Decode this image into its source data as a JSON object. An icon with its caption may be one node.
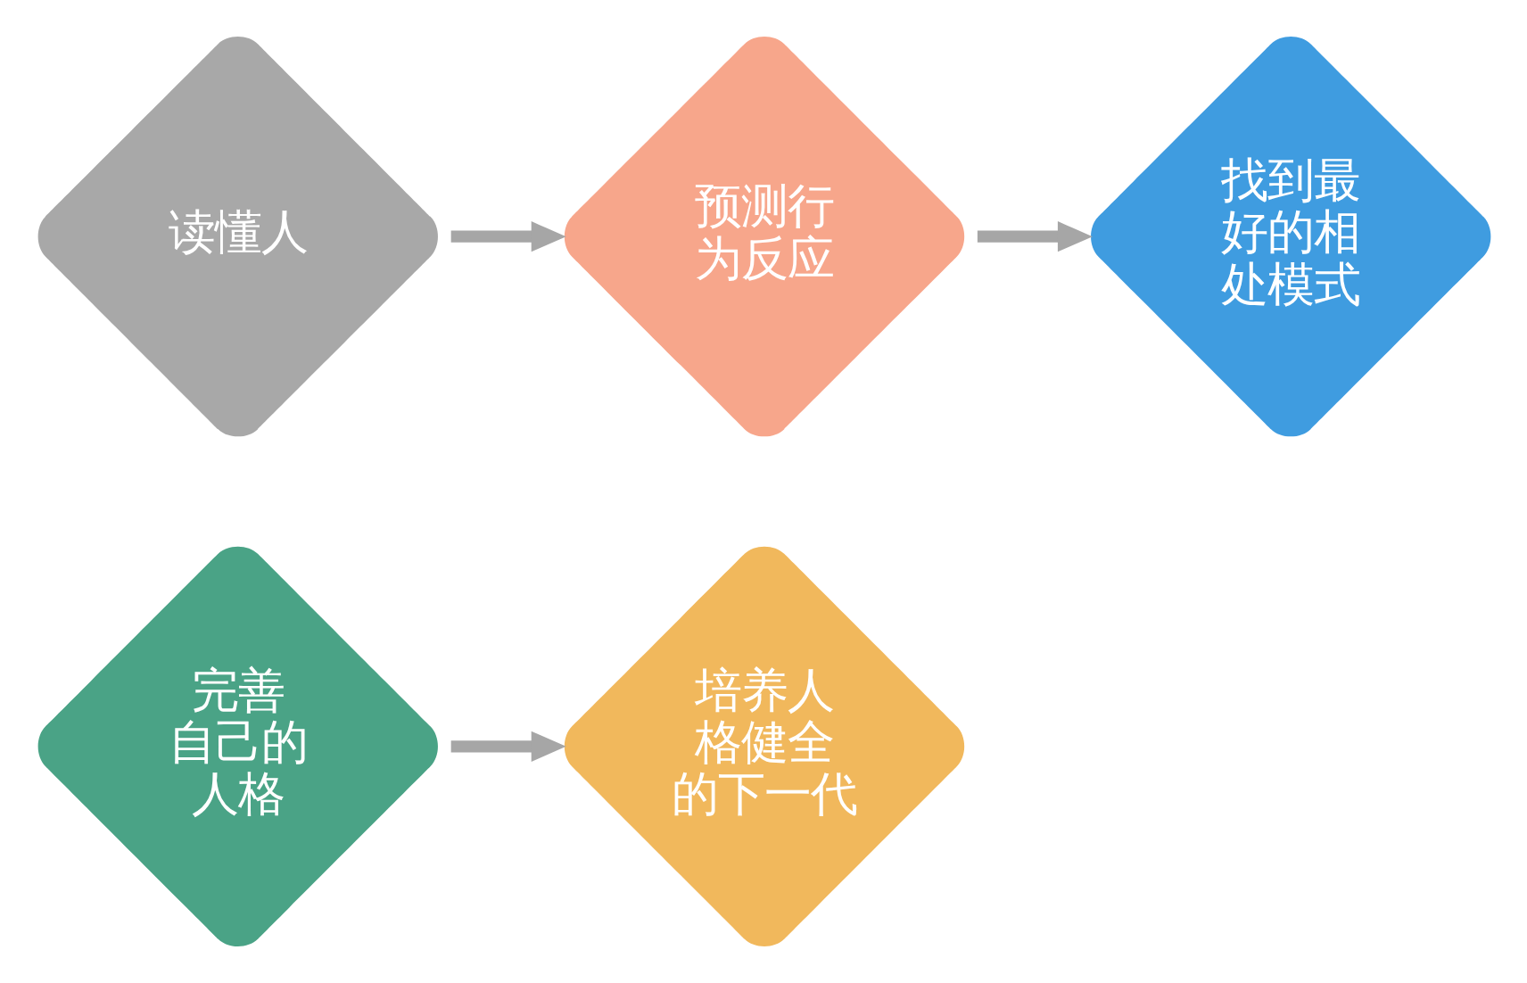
{
  "diagram": {
    "nodes": [
      {
        "text": [
          "读懂人"
        ]
      },
      {
        "text": [
          "预测行为反应"
        ]
      },
      {
        "text": [
          "找到最好的相处模式"
        ]
      },
      {
        "text": [
          "完善自己的人格"
        ]
      },
      {
        "text": [
          "培养人格健全的下一代"
        ]
      }
    ],
    "edges": [
      {
        "from": 0,
        "to": 1,
        "arrow": "to"
      },
      {
        "from": 1,
        "to": 2,
        "arrow": "to"
      },
      {
        "from": 3,
        "to": 4,
        "arrow": "to"
      }
    ]
  }
}
